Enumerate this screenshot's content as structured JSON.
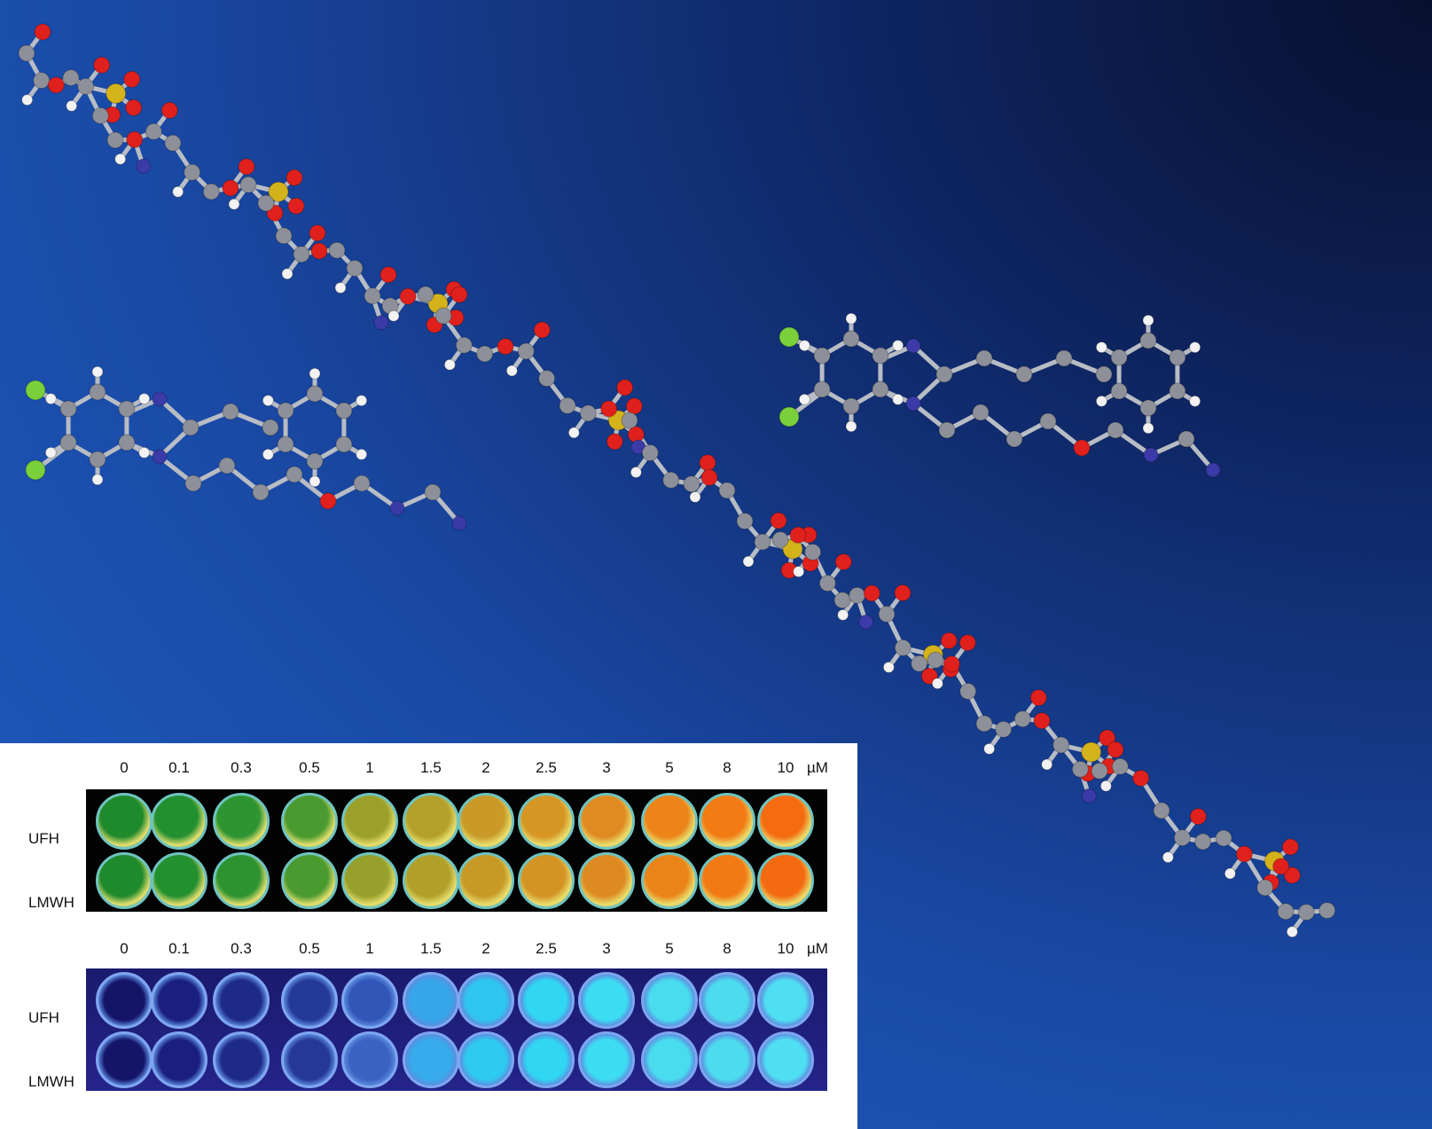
{
  "concentrations": [
    "0",
    "0.1",
    "0.3",
    "0.5",
    "1",
    "1.5",
    "2",
    "2.5",
    "3",
    "5",
    "8",
    "10"
  ],
  "unit": "µM",
  "plates": [
    {
      "id": "visible",
      "rows": [
        {
          "label": "UFH",
          "colors": [
            "#1f8a2c",
            "#239030",
            "#2e9432",
            "#4a9a30",
            "#9aa02a",
            "#b3a02a",
            "#c99a27",
            "#d69624",
            "#e08a22",
            "#ec8418",
            "#f37b14",
            "#f56c10"
          ]
        },
        {
          "label": "LMWH",
          "colors": [
            "#1f8a2c",
            "#239030",
            "#2c9330",
            "#4a9a30",
            "#96a02a",
            "#b0a02a",
            "#c79a27",
            "#d49424",
            "#de8a22",
            "#ea8418",
            "#f27a14",
            "#f46a10"
          ]
        }
      ]
    },
    {
      "id": "uv",
      "rows": [
        {
          "label": "UFH",
          "colors": [
            "#141468",
            "#1a1e7c",
            "#1e2a88",
            "#243896",
            "#3256b8",
            "#36a6e8",
            "#2ec6ee",
            "#30d6f2",
            "#3cdcf2",
            "#48dcee",
            "#4cdcee",
            "#4ee0f2"
          ]
        },
        {
          "label": "LMWH",
          "colors": [
            "#141468",
            "#1a1e7c",
            "#1e2a88",
            "#263896",
            "#3a62c2",
            "#36aaea",
            "#2ecaf0",
            "#30d6f2",
            "#3cdcf2",
            "#48dcee",
            "#4cdcee",
            "#4ee0f2"
          ]
        }
      ]
    }
  ]
}
